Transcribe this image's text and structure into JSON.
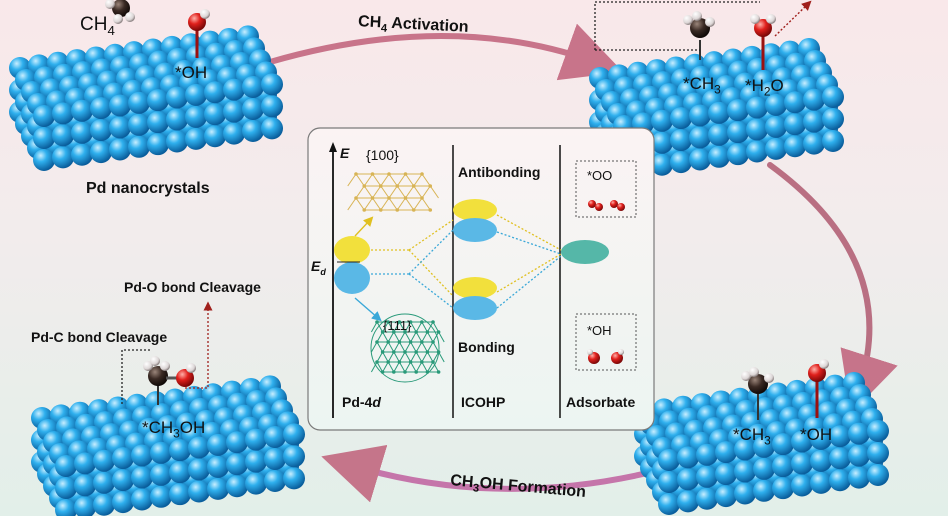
{
  "colors": {
    "sphere": "#2fb0ee",
    "arrow": "#c0607a",
    "yellow": "#f2e03c",
    "blue": "#5ab8e6",
    "teal": "#55b7a8",
    "oxygen": "#e0201c",
    "carbon": "#3a2a24"
  },
  "labels": {
    "ch4": "CH",
    "ch4_sub": "4",
    "oh_top": "*OH",
    "pd_nanocrystals": "Pd nanocrystals",
    "ch4_activation": "CH",
    "ch4_activation_sub": "4",
    "ch4_activation_rest": " Activation",
    "ch3_top": "*CH",
    "ch3_top_sub": "3",
    "h2o": "*H",
    "h2o_sub": "2",
    "h2o_rest": "O",
    "pdo": "Pd-O bond Cleavage",
    "pdc": "Pd-C bond Cleavage",
    "ch3oh": "*CH",
    "ch3oh_sub": "3",
    "ch3oh_rest": "OH",
    "ch3_bottom": "*CH",
    "ch3_bottom_sub": "3",
    "oh_bottom": "*OH",
    "formation": "CH",
    "formation_sub": "3",
    "formation_rest": "OH Formation"
  },
  "panel": {
    "e_axis": "E",
    "ed": "E",
    "ed_sub": "d",
    "facet100": "{100}",
    "facet111": "{111}",
    "pd4d": "Pd-4",
    "pd4d_italic": "d",
    "antibonding": "Antibonding",
    "bonding": "Bonding",
    "icohp": "ICOHP",
    "oo": "*OO",
    "oh": "*OH",
    "adsorbate": "Adsorbate"
  }
}
